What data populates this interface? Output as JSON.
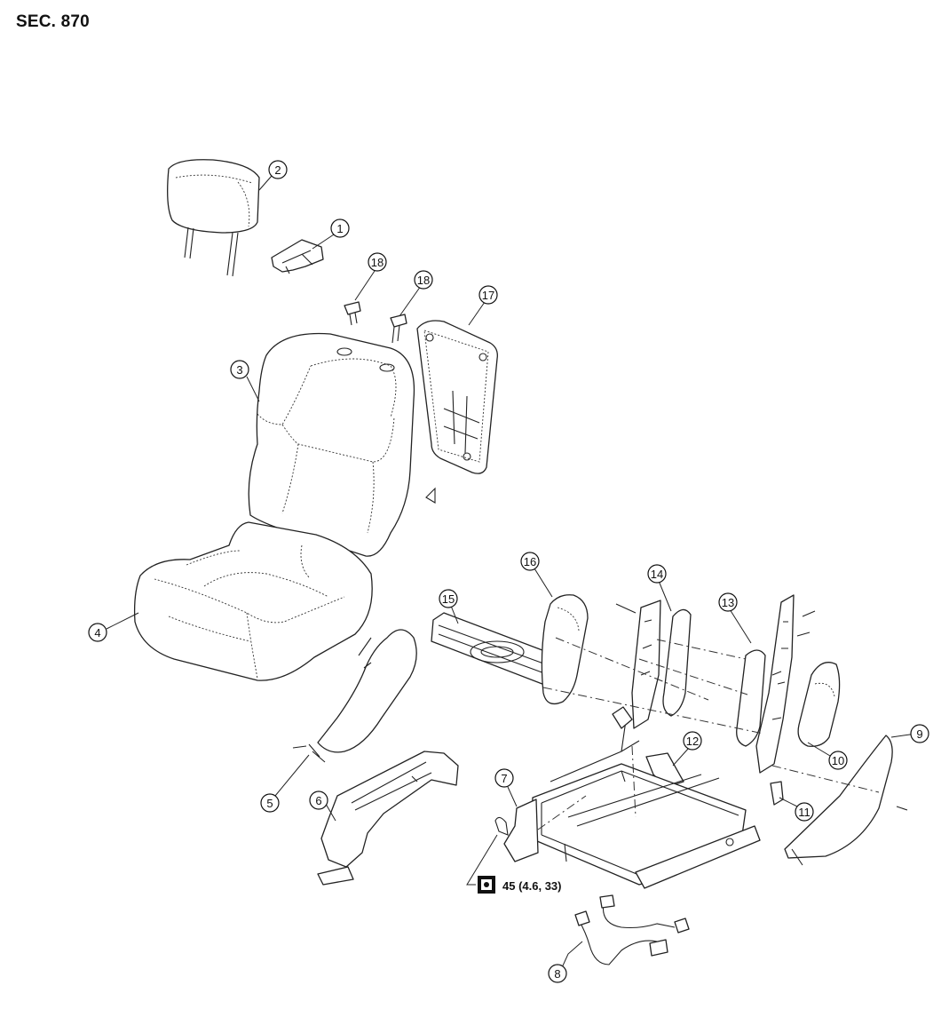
{
  "section_title": "SEC. 870",
  "torque_spec": "45 (4.6, 33)",
  "torque_icon": "torque-wrench-icon",
  "callouts": {
    "c1": "1",
    "c2": "2",
    "c3": "3",
    "c4": "4",
    "c5": "5",
    "c6": "6",
    "c7": "7",
    "c8": "8",
    "c9": "9",
    "c10": "10",
    "c11": "11",
    "c12": "12",
    "c13": "13",
    "c14": "14",
    "c15": "15",
    "c16": "16",
    "c17": "17",
    "c18a": "18",
    "c18b": "18"
  }
}
